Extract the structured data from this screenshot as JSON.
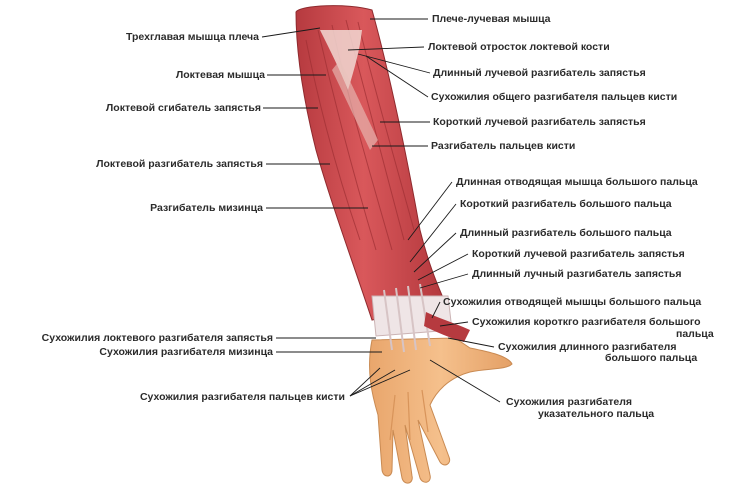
{
  "labels": {
    "triceps": "Трехглавая мышца плеча",
    "anconeus": "Локтевая мышца",
    "flexor_carpi_ulnaris": "Локтевой сгибатель запястья",
    "extensor_carpi_ulnaris": "Локтевой разгибатель запястья",
    "extensor_digiti_minimi": "Разгибатель мизинца",
    "brachioradialis": "Плече-лучевая мышца",
    "olecranon": "Локтевой отросток локтевой кости",
    "ecr_longus": "Длинный лучевой разгибатель запястья",
    "common_extensor_tendon": "Сухожилия общего разгибателя пальцев кисти",
    "ecr_brevis": "Короткий лучевой разгибатель запястья",
    "extensor_digitorum": "Разгибатель пальцев кисти",
    "abductor_pollicis_longus": "Длинная отводящая мышца большого пальца",
    "extensor_pollicis_brevis": "Короткий разгибатель большого пальца",
    "extensor_pollicis_longus": "Длинный разгибатель большого пальца",
    "ecr_brevis_2": "Короткий лучевой разгибатель запястья",
    "ecr_longus_2": "Длинный лучный разгибатель запястья",
    "apl_tendons": "Сухожилия отводящей мышцы большого пальца",
    "epb_tendons_1": "Сухожилия короткго разгибателя большого",
    "epb_tendons_2": "пальца",
    "epl_tendons_1": "Сухожилия длинного разгибателя",
    "epl_tendons_2": "большого пальца",
    "eip_tendons_1": "Сухожилия разгибателя",
    "eip_tendons_2": "указательного пальца",
    "ecu_tendons": "Сухожилия локтевого разгибателя запястья",
    "edm_tendons": "Сухожилия разгибателя мизинца",
    "ed_tendons": "Сухожилия разгибателя пальцев кисти"
  },
  "colors": {
    "muscle": "#c9454a",
    "muscle_dark": "#9e2f33",
    "muscle_light": "#e07b7c",
    "tendon": "#efe5e6",
    "skin": "#f0b47a",
    "skin_dark": "#d8945a",
    "leader": "#1a1a1a"
  }
}
